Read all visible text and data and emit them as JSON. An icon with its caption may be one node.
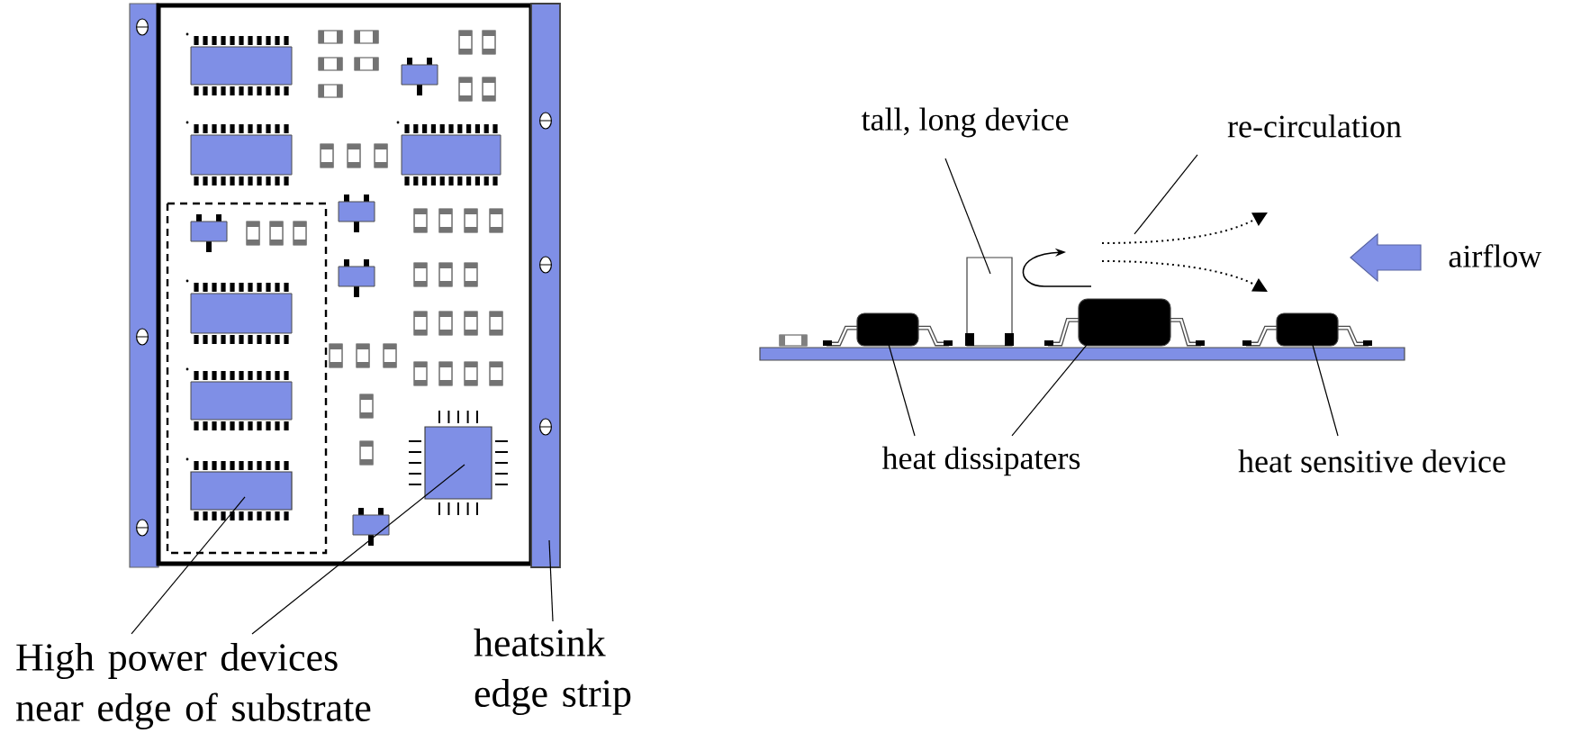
{
  "diagram": {
    "nodes": [
      {
        "text": [
          "High power devices near edge of substrate"
        ]
      },
      {
        "text": [],
        "shape": "box"
      },
      {
        "text": [],
        "shape": "box"
      },
      {
        "text": [],
        "shape": "bar"
      },
      {
        "text": [
          "heatsink edge strip"
        ]
      },
      {
        "text": [
          "tall, long device"
        ]
      },
      {
        "text": [],
        "shape": "box"
      },
      {
        "text": [
          "re-circulation"
        ]
      },
      {
        "text": [
          "heat dissipaters"
        ]
      },
      {
        "text": [],
        "shape": "box"
      },
      {
        "text": [],
        "shape": "box"
      },
      {
        "text": [],
        "shape": "box"
      },
      {
        "text": [
          "heat sensitive device"
        ]
      }
    ],
    "edges": [
      {
        "from": 0,
        "to": 1,
        "arrow": "none"
      },
      {
        "from": 0,
        "to": 2,
        "arrow": "none"
      },
      {
        "from": 4,
        "to": 3,
        "arrow": "none"
      },
      {
        "from": 5,
        "to": 6,
        "arrow": "none"
      },
      {
        "from": 7,
        "to": null,
        "arrow": "none"
      },
      {
        "from": 8,
        "to": 9,
        "arrow": "none"
      },
      {
        "from": 8,
        "to": 10,
        "arrow": "none"
      },
      {
        "from": 12,
        "to": 11,
        "arrow": "none"
      }
    ],
    "labels": [
      "airflow"
    ]
  }
}
